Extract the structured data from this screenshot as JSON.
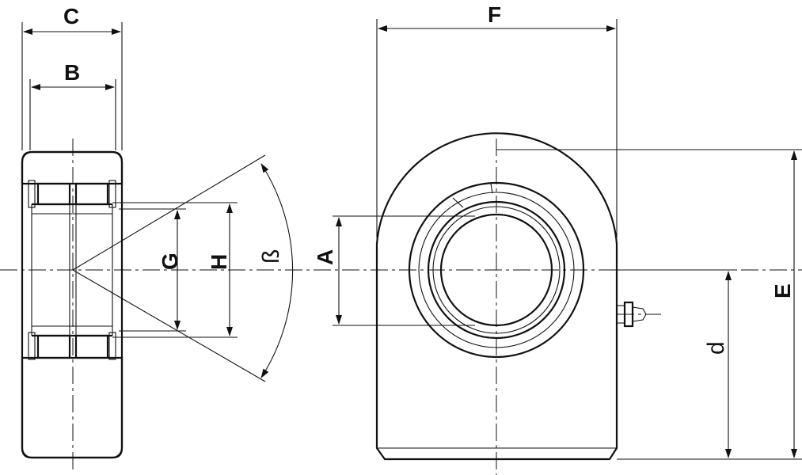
{
  "diagram": {
    "labels": {
      "C": "C",
      "B": "B",
      "F": "F",
      "G": "G",
      "H": "H",
      "beta": "ß",
      "A": "A",
      "E": "E",
      "d": "d"
    },
    "colors": {
      "line": "#111111",
      "background": "#ffffff"
    }
  }
}
